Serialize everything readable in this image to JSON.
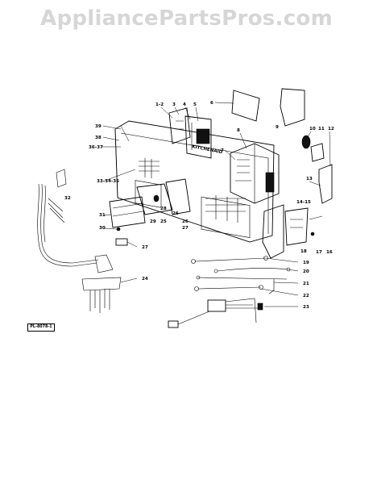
{
  "watermark": "AppliancePartsPros.com",
  "reference_code": "PL-8078-1",
  "panel_text": "KITCHENAID",
  "part_labels": [
    {
      "id": "l1",
      "text": "1-2"
    },
    {
      "id": "l3",
      "text": "3"
    },
    {
      "id": "l4",
      "text": "4"
    },
    {
      "id": "l5",
      "text": "5"
    },
    {
      "id": "l6",
      "text": "6"
    },
    {
      "id": "l7",
      "text": "7"
    },
    {
      "id": "l8",
      "text": "8"
    },
    {
      "id": "l9",
      "text": "9"
    },
    {
      "id": "l10",
      "text": "10"
    },
    {
      "id": "l11",
      "text": "11"
    },
    {
      "id": "l12",
      "text": "12"
    },
    {
      "id": "l13",
      "text": "13"
    },
    {
      "id": "l14",
      "text": "14-15"
    },
    {
      "id": "l16",
      "text": "16"
    },
    {
      "id": "l17",
      "text": "17"
    },
    {
      "id": "l18",
      "text": "18"
    },
    {
      "id": "l19",
      "text": "19"
    },
    {
      "id": "l20",
      "text": "20"
    },
    {
      "id": "l21",
      "text": "21"
    },
    {
      "id": "l22",
      "text": "22"
    },
    {
      "id": "l23",
      "text": "23"
    },
    {
      "id": "l24",
      "text": "24"
    },
    {
      "id": "l25",
      "text": "25"
    },
    {
      "id": "l26",
      "text": "26"
    },
    {
      "id": "l27",
      "text": "27"
    },
    {
      "id": "l28",
      "text": "28"
    },
    {
      "id": "l29",
      "text": "29"
    },
    {
      "id": "l30",
      "text": "30"
    },
    {
      "id": "l31",
      "text": "31"
    },
    {
      "id": "l32",
      "text": "32"
    },
    {
      "id": "l33",
      "text": "33-34-35"
    },
    {
      "id": "l36",
      "text": "36-37"
    },
    {
      "id": "l38",
      "text": "38"
    },
    {
      "id": "l39",
      "text": "39"
    },
    {
      "id": "l26b",
      "text": "26"
    },
    {
      "id": "l27b",
      "text": "27"
    }
  ]
}
